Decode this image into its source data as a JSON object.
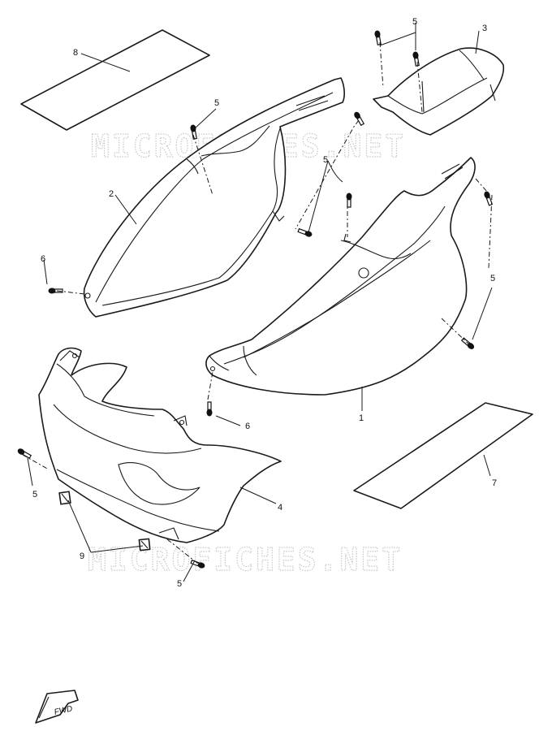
{
  "watermark": {
    "text_top": "MICROFICHES.NET",
    "text_bottom": "MICROFICHES.NET"
  },
  "callouts": {
    "c1": "1",
    "c2": "2",
    "c3": "3",
    "c4": "4",
    "c5a": "5",
    "c5b": "5",
    "c5c": "5",
    "c5d": "5",
    "c5e": "5",
    "c5f": "5",
    "c6a": "6",
    "c6b": "6",
    "c7": "7",
    "c8": "8",
    "c9": "9"
  },
  "fwd_badge": {
    "text": "FWD"
  },
  "colors": {
    "line": "#1a1a1a",
    "watermark": "#c8c8c8",
    "background": "#ffffff"
  }
}
